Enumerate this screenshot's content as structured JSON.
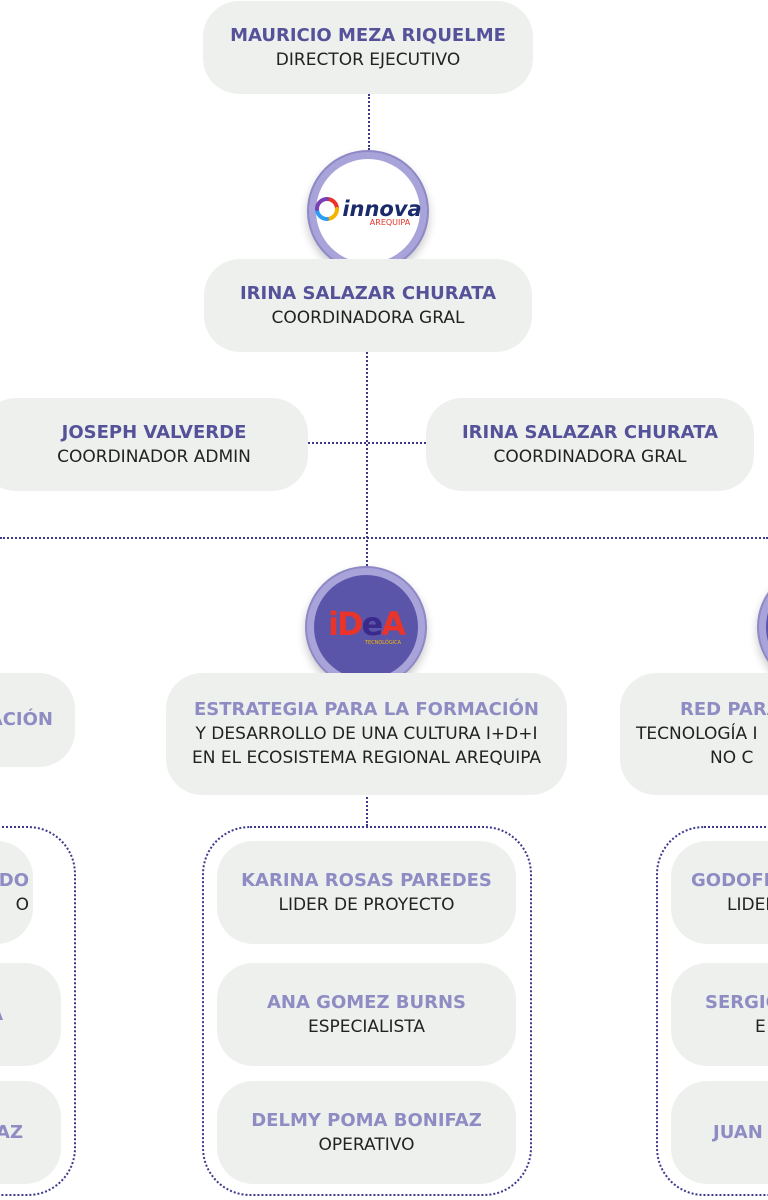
{
  "director": {
    "name": "MAURICIO MEZA RIQUELME",
    "role": "DIRECTOR EJECUTIVO"
  },
  "innova_logo": {
    "word": "innova",
    "sub": "AREQUIPA"
  },
  "coordinator": {
    "name": "IRINA SALAZAR CHURATA",
    "role": "COORDINADORA GRAL"
  },
  "left_side": {
    "name": "JOSEPH VALVERDE",
    "role": "COORDINADOR ADMIN"
  },
  "right_side": {
    "name": "IRINA SALAZAR CHURATA",
    "role": "COORDINADORA GRAL"
  },
  "idea_logo": {
    "word_i": "i",
    "word_d": "D",
    "word_e": "e",
    "word_a": "A",
    "tagline": "TECNOLÓGICA"
  },
  "projects": {
    "left": {
      "title": "ACIÓN"
    },
    "center": {
      "title": "ESTRATEGIA PARA LA FORMACIÓN",
      "line1": "Y DESARROLLO DE UNA CULTURA I+D+I",
      "line2": "EN EL ECOSISTEMA REGIONAL AREQUIPA"
    },
    "right": {
      "title": "RED PARA",
      "line1": "TECNOLOGÍA I",
      "line2": "NO C"
    }
  },
  "teams": {
    "left": [
      {
        "name": "DO",
        "role": "O"
      },
      {
        "name": "A",
        "role": ""
      },
      {
        "name": "AZ",
        "role": ""
      }
    ],
    "center": [
      {
        "name": "KARINA ROSAS PAREDES",
        "role": "LIDER DE PROYECTO"
      },
      {
        "name": "ANA GOMEZ BURNS",
        "role": "ESPECIALISTA"
      },
      {
        "name": "DELMY POMA BONIFAZ",
        "role": "OPERATIVO"
      }
    ],
    "right": [
      {
        "name": "GODOFR",
        "role": "LIDER"
      },
      {
        "name": "SERGIO",
        "role": "E"
      },
      {
        "name": "JUAN",
        "role": ""
      }
    ]
  },
  "colors": {
    "accent": "#55529a",
    "accent_light": "#8f8cc4",
    "card_bg": "#eef0ee",
    "connector": "#3d3a8c"
  }
}
